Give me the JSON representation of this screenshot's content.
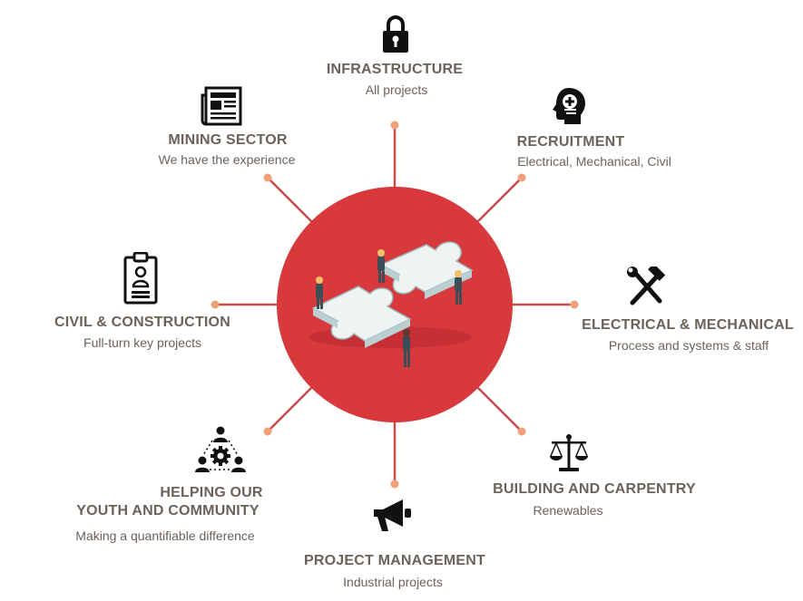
{
  "colors": {
    "circle": "#d7393c",
    "spoke": "#cc4a48",
    "dot": "#f0a07a",
    "text": "#6b625a",
    "puzzle_light": "#eef3f3",
    "puzzle_edge": "#9fb8bb",
    "person": "#3d4e57"
  },
  "items": {
    "infrastructure": {
      "title": "INFRASTRUCTURE",
      "subtitle": "All projects",
      "icon": "padlock-icon"
    },
    "recruitment": {
      "title": "RECRUITMENT",
      "subtitle": "Electrical, Mechanical, Civil",
      "icon": "head-plus-icon"
    },
    "electrical": {
      "title": "ELECTRICAL & MECHANICAL",
      "subtitle": "Process and systems & staff",
      "icon": "hammer-wrench-icon"
    },
    "building": {
      "title": "BUILDING AND CARPENTRY",
      "subtitle": "Renewables",
      "icon": "scales-icon"
    },
    "project_management": {
      "title": "PROJECT MANAGEMENT",
      "subtitle": "Industrial projects",
      "icon": "megaphone-icon"
    },
    "helping": {
      "title_line1": "HELPING OUR",
      "title_line2": "YOUTH AND COMMUNITY",
      "subtitle": "Making a quantifiable difference",
      "icon": "community-gear-icon"
    },
    "civil": {
      "title": "CIVIL & CONSTRUCTION",
      "subtitle": "Full-turn key projects",
      "icon": "clipboard-person-icon"
    },
    "mining": {
      "title": "MINING SECTOR",
      "subtitle": "We have the experience",
      "icon": "newspaper-icon"
    }
  },
  "center": {
    "image": "puzzle-teamwork-illustration"
  }
}
